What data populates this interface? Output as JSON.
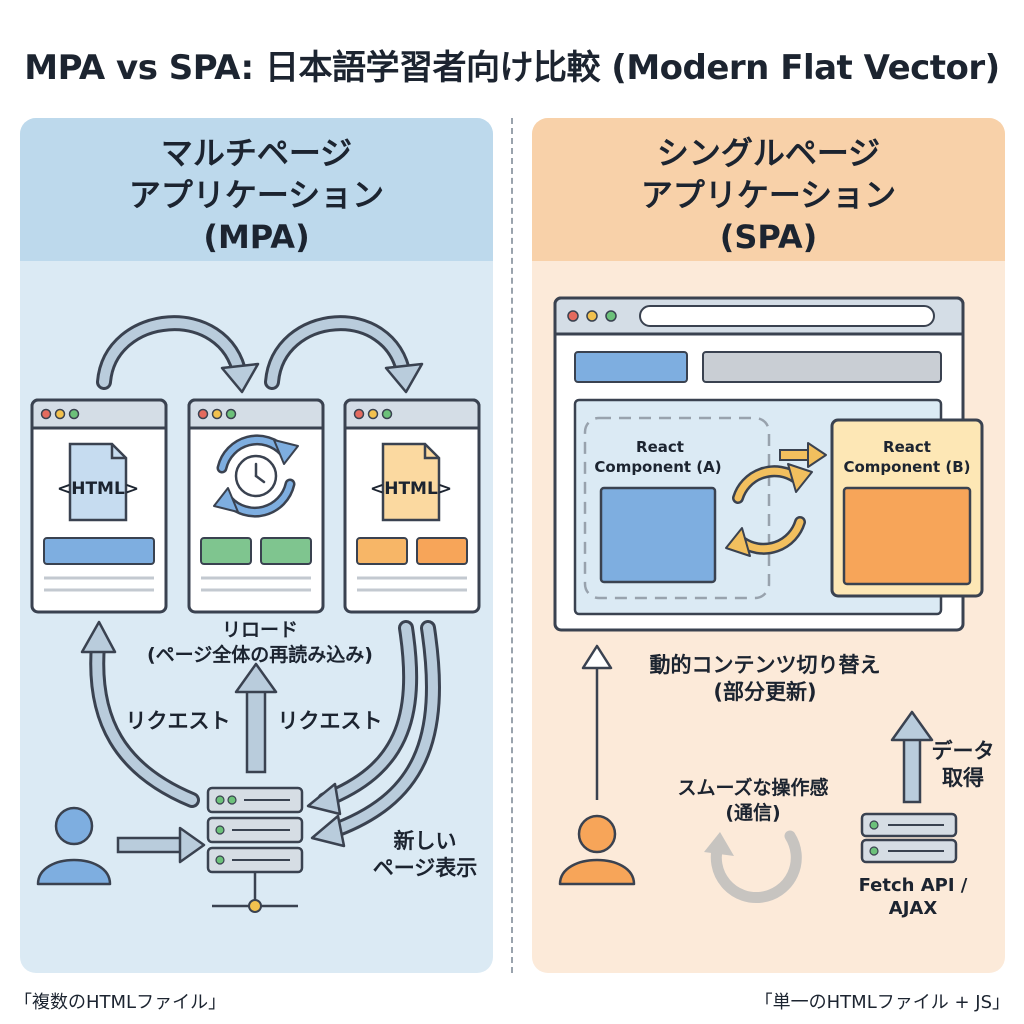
{
  "title": "MPA vs SPA: 日本語学習者向け比較 (Modern Flat Vector)",
  "mpa": {
    "heading_line1": "マルチページ",
    "heading_line2": "アプリケーション",
    "heading_line3": "(MPA)",
    "page1_label": "<HTML>",
    "page3_label": "<HTML>",
    "reload_label_line1": "リロード",
    "reload_label_line2": "(ページ全体の再読み込み)",
    "request_left": "リクエスト",
    "request_right": "リクエスト",
    "new_page_line1": "新しい",
    "new_page_line2": "ページ表示",
    "footer": "「複数のHTMLファイル」"
  },
  "spa": {
    "heading_line1": "シングルページ",
    "heading_line2": "アプリケーション",
    "heading_line3": "(SPA)",
    "component_a_line1": "React",
    "component_a_line2": "Component (A)",
    "component_b_line1": "React",
    "component_b_line2": "Component (B)",
    "dynamic_line1": "動的コンテンツ切り替え",
    "dynamic_line2": "(部分更新)",
    "data_fetch_line1": "データ",
    "data_fetch_line2": "取得",
    "smooth_line1": "スムーズな操作感",
    "smooth_line2": "(通信)",
    "fetch_line1": "Fetch API /",
    "fetch_line2": "AJAX",
    "footer": "「単一のHTMLファイル + JS」"
  },
  "colors": {
    "blue": "#7eaee0",
    "green": "#7fc58f",
    "orange": "#f7a559",
    "yellow": "#f2bf5e",
    "outline": "#3a4250"
  }
}
